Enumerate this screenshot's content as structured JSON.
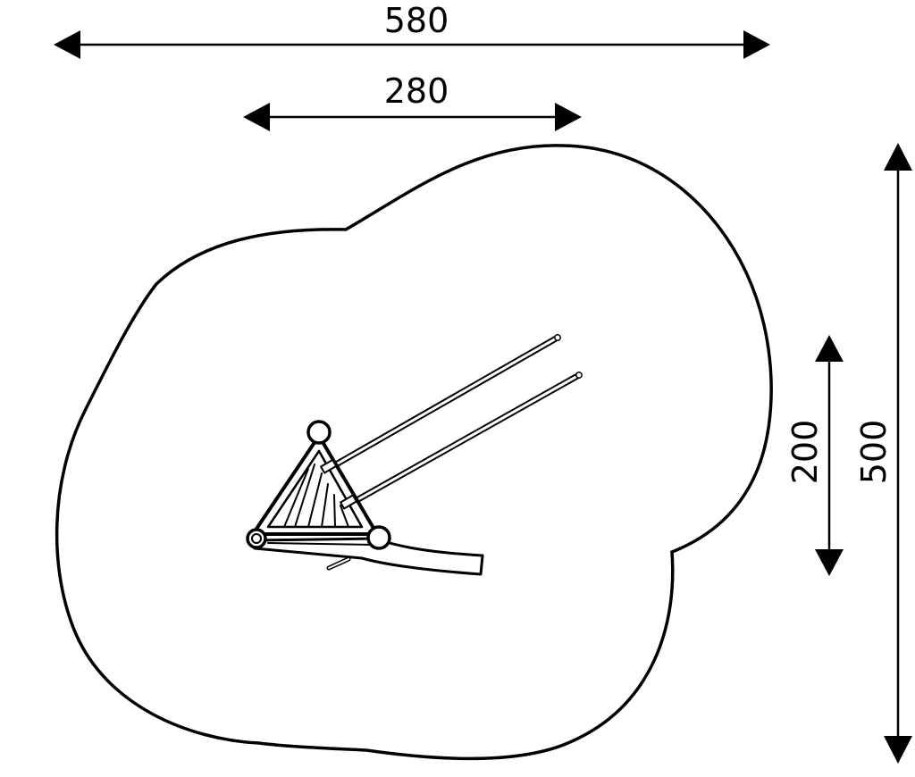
{
  "colors": {
    "line": "#000000",
    "background": "#ffffff",
    "fill": "#ffffff"
  },
  "dimensions": {
    "overall_width": "580",
    "equipment_width": "280",
    "equipment_depth": "200",
    "overall_depth": "500"
  },
  "icons": {
    "arrow_head": "triangle-arrow-icon",
    "equipment": "seesaw-plan-icon"
  }
}
